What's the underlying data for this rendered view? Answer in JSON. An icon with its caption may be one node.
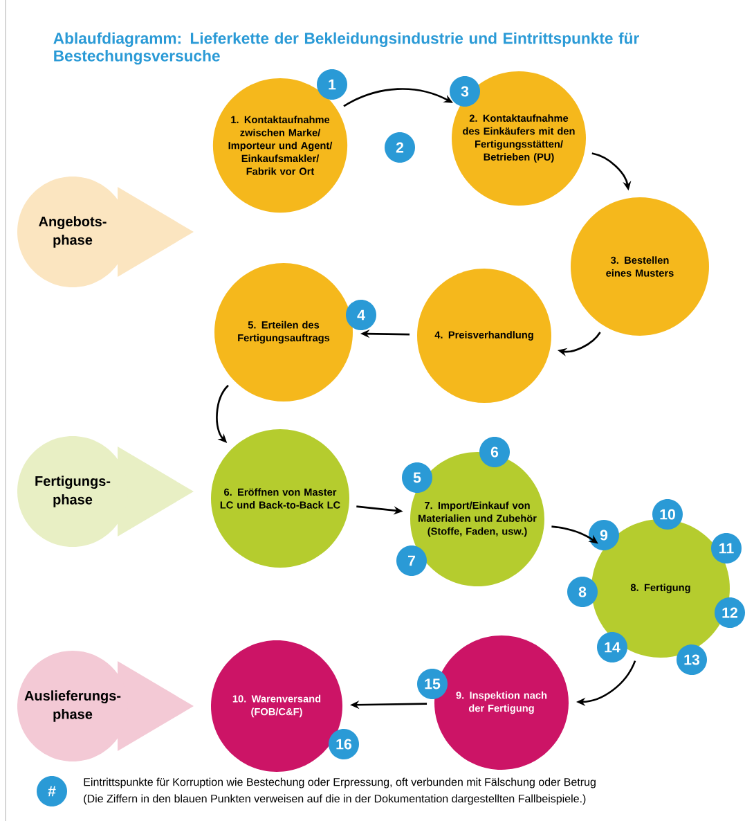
{
  "diagram": {
    "title": "Ablaufdiagramm: Lieferkette der Bekleidungsindustrie und Eintrittspunkte für Bestechungsversuche",
    "nodes": [
      {
        "text": [
          "Angebots-phase"
        ]
      },
      {
        "text": [
          "1. Kontaktaufnahme zwischen Marke/ Importeur und Agent/ Einkaufsmakler/ Fabrik vor Ort"
        ]
      },
      {
        "text": [
          "2. Kontaktaufnahme des Einkäufers mit den Fertigungsstätten/ Betrieben (PU)"
        ]
      },
      {
        "text": [
          "3. Bestellen eines Musters"
        ]
      },
      {
        "text": [
          "4. Preisverhandlung"
        ]
      },
      {
        "text": [
          "5. Erteilen des Fertigungsauftrags"
        ]
      },
      {
        "text": [
          "Fertigungs-phase"
        ]
      },
      {
        "text": [
          "6. Eröffnen von Master LC und Back-to-Back LC"
        ]
      },
      {
        "text": [
          "7. Import/Einkauf von Materialien und Zubehör (Stoffe, Faden, usw.)"
        ]
      },
      {
        "text": [
          "8. Fertigung"
        ]
      },
      {
        "text": [
          "Auslieferungs-phase"
        ]
      },
      {
        "text": [
          "9. Inspektion nach der Fertigung"
        ]
      },
      {
        "text": [
          "10. Warenversand (FOB/C&F)"
        ]
      },
      {
        "text": [
          "1"
        ]
      },
      {
        "text": [
          "2"
        ]
      },
      {
        "text": [
          "3"
        ]
      },
      {
        "text": [
          "4"
        ]
      },
      {
        "text": [
          "5"
        ]
      },
      {
        "text": [
          "6"
        ]
      },
      {
        "text": [
          "7"
        ]
      },
      {
        "text": [
          "8"
        ]
      },
      {
        "text": [
          "9"
        ]
      },
      {
        "text": [
          "10"
        ]
      },
      {
        "text": [
          "11"
        ]
      },
      {
        "text": [
          "12"
        ]
      },
      {
        "text": [
          "13"
        ]
      },
      {
        "text": [
          "14"
        ]
      },
      {
        "text": [
          "15"
        ]
      },
      {
        "text": [
          "16"
        ]
      },
      {
        "text": [
          "#"
        ],
        "beside": [
          "Eintrittspunkte für Korruption wie Bestechung oder Erpressung, oft verbunden mit Fälschung oder Betrug",
          "(Die Ziffern in den blauen Punkten verweisen auf die in der Dokumentation dargestellten Fallbeispiele.)"
        ]
      }
    ],
    "edges": [
      {
        "from": 1,
        "to": 2,
        "arrow": "to"
      },
      {
        "from": 2,
        "to": 3,
        "arrow": "to"
      },
      {
        "from": 3,
        "to": 4,
        "arrow": "to"
      },
      {
        "from": 4,
        "to": 5,
        "arrow": "to"
      },
      {
        "from": 5,
        "to": 7,
        "arrow": "to"
      },
      {
        "from": 7,
        "to": 8,
        "arrow": "to"
      },
      {
        "from": 8,
        "to": 9,
        "arrow": "to"
      },
      {
        "from": 9,
        "to": 11,
        "arrow": "to"
      },
      {
        "from": 11,
        "to": 12,
        "arrow": "to"
      }
    ]
  }
}
